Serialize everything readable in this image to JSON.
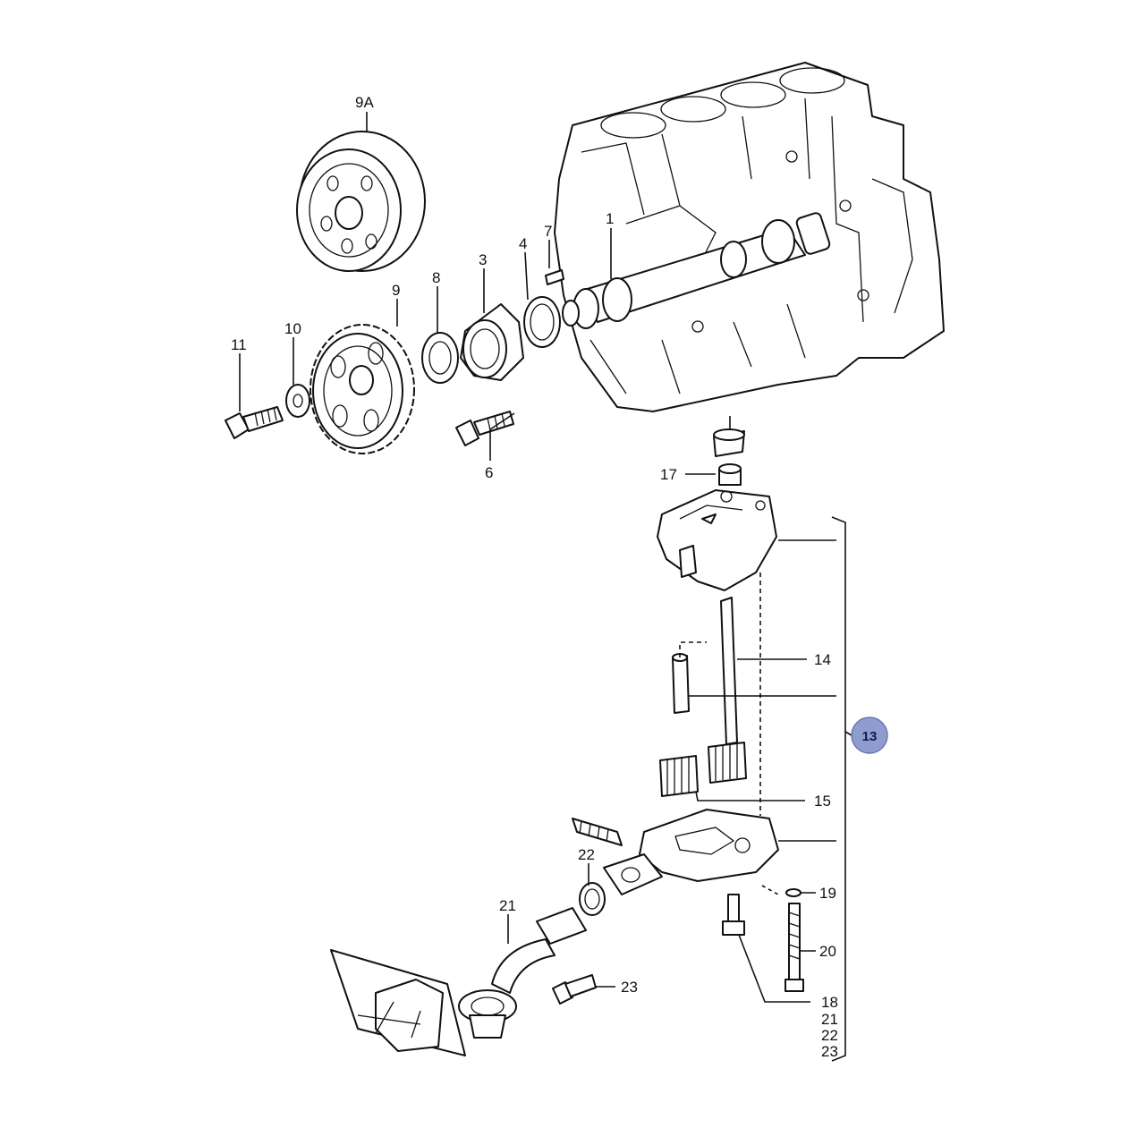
{
  "labels": {
    "l9A": "9A",
    "l1": "1",
    "l3": "3",
    "l4": "4",
    "l7": "7",
    "l8": "8",
    "l9": "9",
    "l10": "10",
    "l11": "11",
    "l6": "6",
    "l17": "17",
    "l14": "14",
    "l15": "15",
    "l22": "22",
    "l21": "21",
    "l19": "19",
    "l20": "20",
    "l23": "23",
    "l18": "18",
    "s21": "21",
    "s22": "22",
    "s23": "23"
  },
  "badge": {
    "text": "13",
    "color": "#8e9cd0"
  }
}
